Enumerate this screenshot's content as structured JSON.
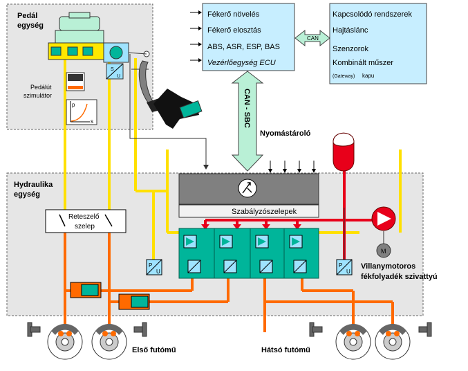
{
  "pedal_unit": {
    "title_line1": "Pedál",
    "title_line2": "egység",
    "simulator_line1": "Pedálút",
    "simulator_line2": "szimulátor",
    "graph_y": "p",
    "graph_x": "s",
    "valve_symbol_top": "S",
    "valve_symbol_bottom": "U"
  },
  "ecu_box": {
    "items": [
      "Fékerő növelés",
      "Fékerő elosztás",
      "ABS, ASR, ESP, BAS"
    ],
    "ecu_label": "Vezérlőegység ECU"
  },
  "can_link": {
    "label": "CAN"
  },
  "systems_box": {
    "items": [
      "Kapcsolódó rendszerek",
      "Hajtáslánc",
      "Szenzorok",
      "Kombinált műszer"
    ],
    "gateway_small": "(Gateway)",
    "gateway_word": "kapu"
  },
  "can_sbc": {
    "label": "CAN - SBC"
  },
  "accumulator": {
    "label": "Nyomástároló"
  },
  "hydraulic_unit": {
    "title_line1": "Hydraulika",
    "title_line2": "egység",
    "valves_label": "Szabályzószelepek",
    "isolation_valve_line1": "Reteszelő",
    "isolation_valve_line2": "szelep",
    "sensor_p": "P",
    "sensor_u": "U",
    "motor_label": "M"
  },
  "pump": {
    "label_line1": "Villanymotoros",
    "label_line2": "fékfolyadék szivattyú"
  },
  "axles": {
    "front": "Első futómű",
    "rear": "Hátsó futómű"
  },
  "colors": {
    "yellow": "#ffe000",
    "orange": "#ff6a00",
    "red": "#e8001a",
    "teal": "#00b59a",
    "mint": "#b9f0d6",
    "gray_box": "#808080"
  }
}
